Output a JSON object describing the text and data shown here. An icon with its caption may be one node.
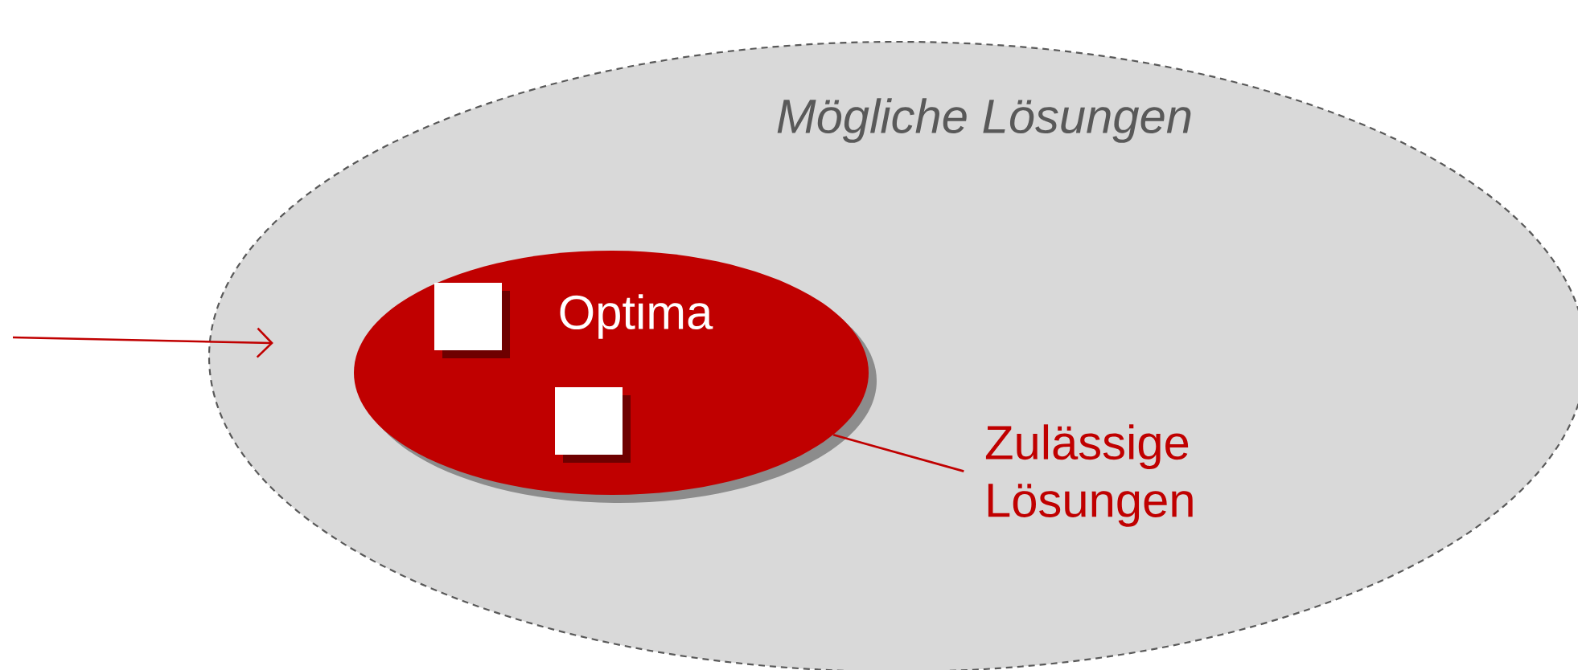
{
  "diagram": {
    "nodes": [
      {
        "text": [
          "Mögliche Lösungen"
        ]
      },
      {
        "text": [
          "Optima"
        ],
        "in": 0
      },
      {
        "text": [],
        "shape": "box",
        "in": 1
      },
      {
        "text": [],
        "shape": "box",
        "in": 1
      },
      {
        "text": [
          "Zulässige Lösungen"
        ],
        "in": 0
      }
    ],
    "edges": [
      {
        "from": null,
        "to": 0,
        "arrow": "to"
      },
      {
        "from": 4,
        "to": 1,
        "arrow": "none"
      }
    ]
  }
}
